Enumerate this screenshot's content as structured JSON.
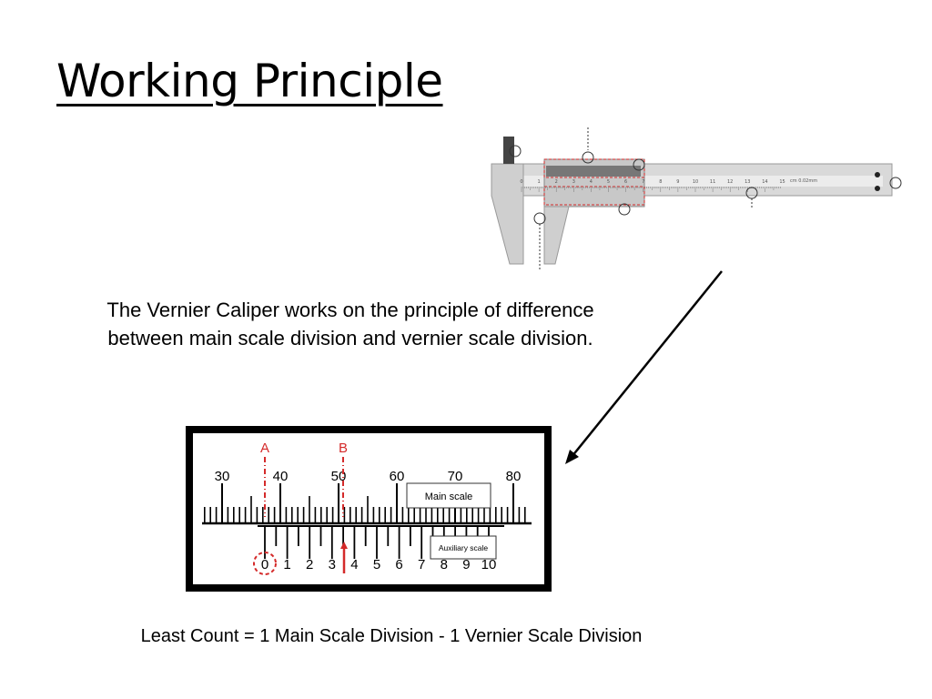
{
  "slide": {
    "title": "Working Principle",
    "body_lines": [
      "The Vernier Caliper works on the principle of difference",
      "between main scale division and vernier scale division."
    ],
    "formula": "Least Count = 1 Main Scale Division - 1 Vernier Scale Division"
  },
  "caliper_image": {
    "main_scale_numbers": [
      "0",
      "1",
      "2",
      "3",
      "4",
      "5",
      "6",
      "7",
      "8",
      "9",
      "10",
      "11",
      "12",
      "13",
      "14",
      "15"
    ],
    "unit_label": "cm  0.02mm"
  },
  "scale_diagram": {
    "marker_a": "A",
    "marker_b": "B",
    "main_scale_numbers": [
      "30",
      "40",
      "50",
      "60",
      "70",
      "80"
    ],
    "vernier_numbers": [
      "0",
      "1",
      "2",
      "3",
      "4",
      "5",
      "6",
      "7",
      "8",
      "9",
      "10"
    ],
    "main_scale_label": "Main scale",
    "auxiliary_scale_label": "Auxiliary scale",
    "accent_color": "#d42a2a"
  }
}
